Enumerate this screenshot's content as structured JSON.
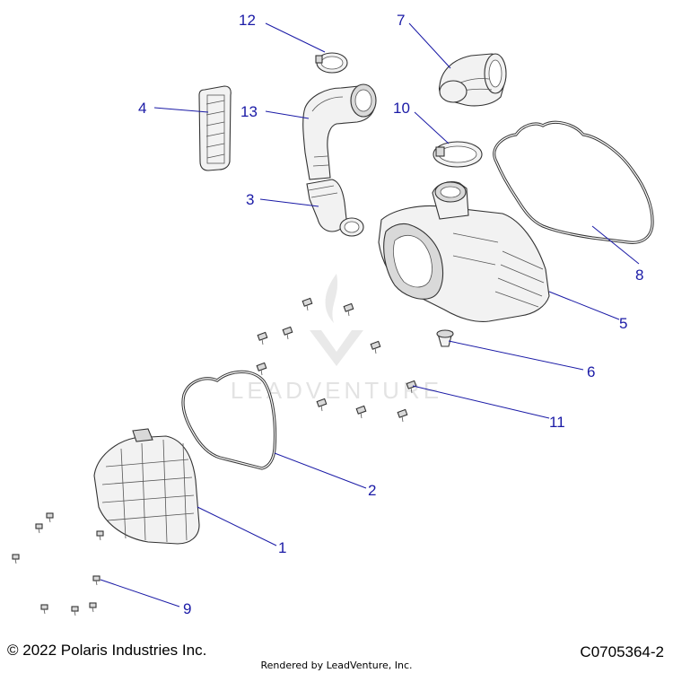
{
  "diagram": {
    "callouts": [
      {
        "id": "1",
        "label": "1"
      },
      {
        "id": "2",
        "label": "2"
      },
      {
        "id": "3",
        "label": "3"
      },
      {
        "id": "4",
        "label": "4"
      },
      {
        "id": "5",
        "label": "5"
      },
      {
        "id": "6",
        "label": "6"
      },
      {
        "id": "7",
        "label": "7"
      },
      {
        "id": "8",
        "label": "8"
      },
      {
        "id": "9",
        "label": "9"
      },
      {
        "id": "10",
        "label": "10"
      },
      {
        "id": "11",
        "label": "11"
      },
      {
        "id": "12",
        "label": "12"
      },
      {
        "id": "13",
        "label": "13"
      }
    ],
    "watermark": "LEADVENTURE"
  },
  "footer": {
    "copyright": "© 2022 Polaris Industries Inc.",
    "rendered_by": "Rendered by LeadVenture, Inc.",
    "diagram_code": "C0705364-2"
  },
  "colors": {
    "callout": "#1a1aa6",
    "line_art": "#333333",
    "watermark": "#c8c8c8"
  }
}
